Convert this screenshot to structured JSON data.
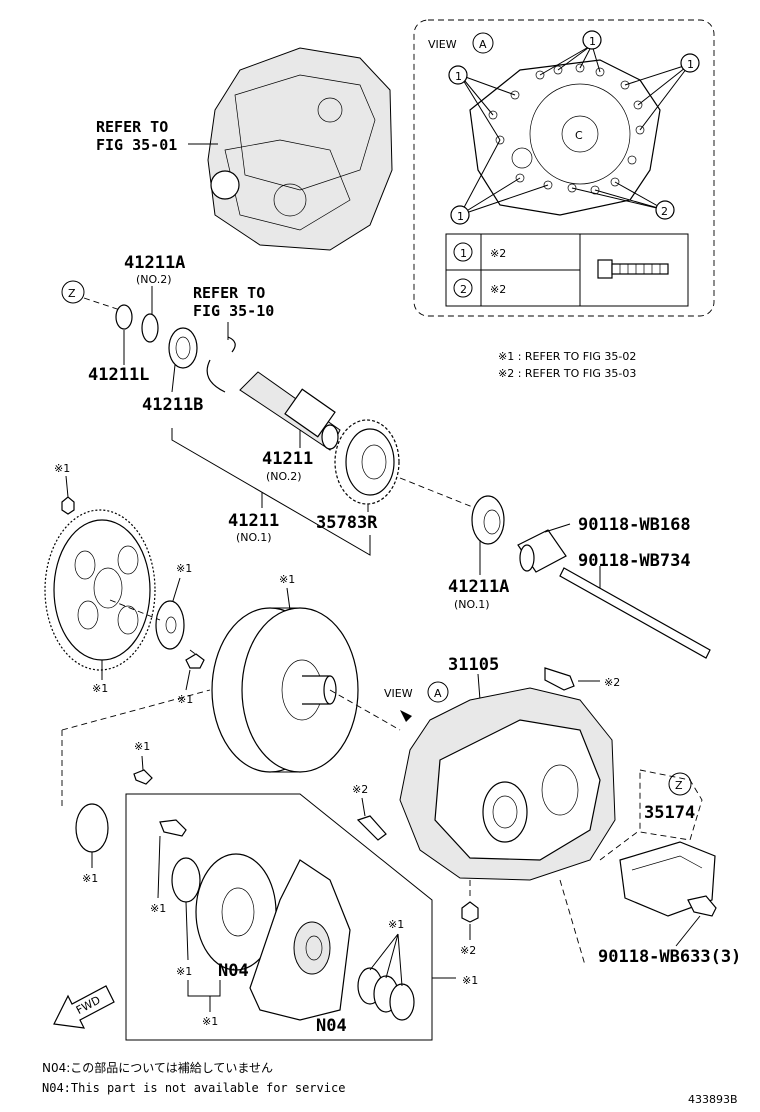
{
  "parts": {
    "refer_top": [
      "REFER TO",
      "FIG 35-01"
    ],
    "refer_mid": [
      "REFER TO",
      "FIG 35-10"
    ],
    "p41211A_top": "41211A",
    "p41211A_top_sub": "(NO.2)",
    "p41211L": "41211L",
    "p41211B": "41211B",
    "p41211_no2": "41211",
    "p41211_no2_sub": "(NO.2)",
    "p41211_no1": "41211",
    "p41211_no1_sub": "(NO.1)",
    "p35783R": "35783R",
    "p41211A_bottom": "41211A",
    "p41211A_bottom_sub": "(NO.1)",
    "p90118_WB168": "90118-WB168",
    "p90118_WB734": "90118-WB734",
    "p31105": "31105",
    "p35174": "35174",
    "p90118_WB633": "90118-WB633(3)",
    "pN04_a": "N04",
    "pN04_b": "N04",
    "ast1": "※1",
    "ast2": "※2",
    "z_marker": "Z",
    "a_marker": "A",
    "c_marker": "C",
    "view_label": "VIEW",
    "num1": "1",
    "num2": "2",
    "fwd": "FWD"
  },
  "view_table": {
    "rows": [
      {
        "num": "1",
        "ref": "※2"
      },
      {
        "num": "2",
        "ref": "※2"
      }
    ]
  },
  "legend": {
    "line1": "※1 : REFER TO FIG 35-02",
    "line2": "※2 : REFER TO FIG 35-03"
  },
  "notes": {
    "jp": "N04:この部品については補給していません",
    "en": "N04:This part is not available for service"
  },
  "figure_code": "433893B"
}
